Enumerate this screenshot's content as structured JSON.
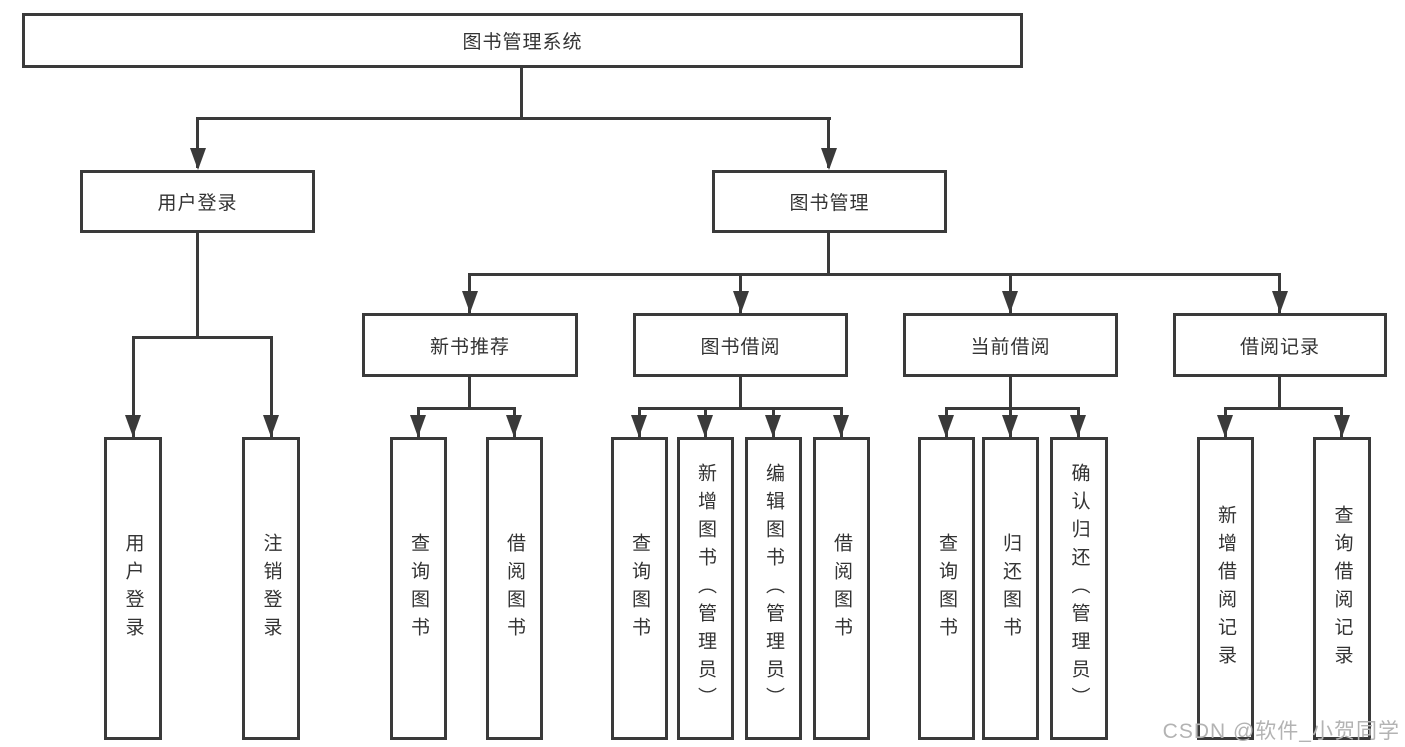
{
  "diagram": {
    "root": {
      "label": "图书管理系统"
    },
    "level2": {
      "user_login": {
        "label": "用户登录"
      },
      "book_mgmt": {
        "label": "图书管理"
      }
    },
    "level3": {
      "new_book_rec": {
        "label": "新书推荐"
      },
      "book_borrow": {
        "label": "图书借阅"
      },
      "current_borrow": {
        "label": "当前借阅"
      },
      "borrow_record": {
        "label": "借阅记录"
      }
    },
    "leaves": {
      "user_login": {
        "label": "用户登录"
      },
      "logout": {
        "label": "注销登录"
      },
      "nbr_query": {
        "label": "查询图书"
      },
      "nbr_borrow": {
        "label": "借阅图书"
      },
      "bb_query": {
        "label": "查询图书"
      },
      "bb_add": {
        "label": "新增图书（管理员）"
      },
      "bb_edit": {
        "label": "编辑图书（管理员）"
      },
      "bb_borrow": {
        "label": "借阅图书"
      },
      "cb_query": {
        "label": "查询图书"
      },
      "cb_return": {
        "label": "归还图书"
      },
      "cb_confirm": {
        "label": "确认归还（管理员）"
      },
      "br_add": {
        "label": "新增借阅记录"
      },
      "br_query": {
        "label": "查询借阅记录"
      }
    }
  },
  "watermark": {
    "text": "CSDN @软件_小贺同学"
  },
  "colors": {
    "line": "#3a3a3a",
    "text": "#333333",
    "watermark": "#b3b3b3",
    "background": "#ffffff"
  }
}
